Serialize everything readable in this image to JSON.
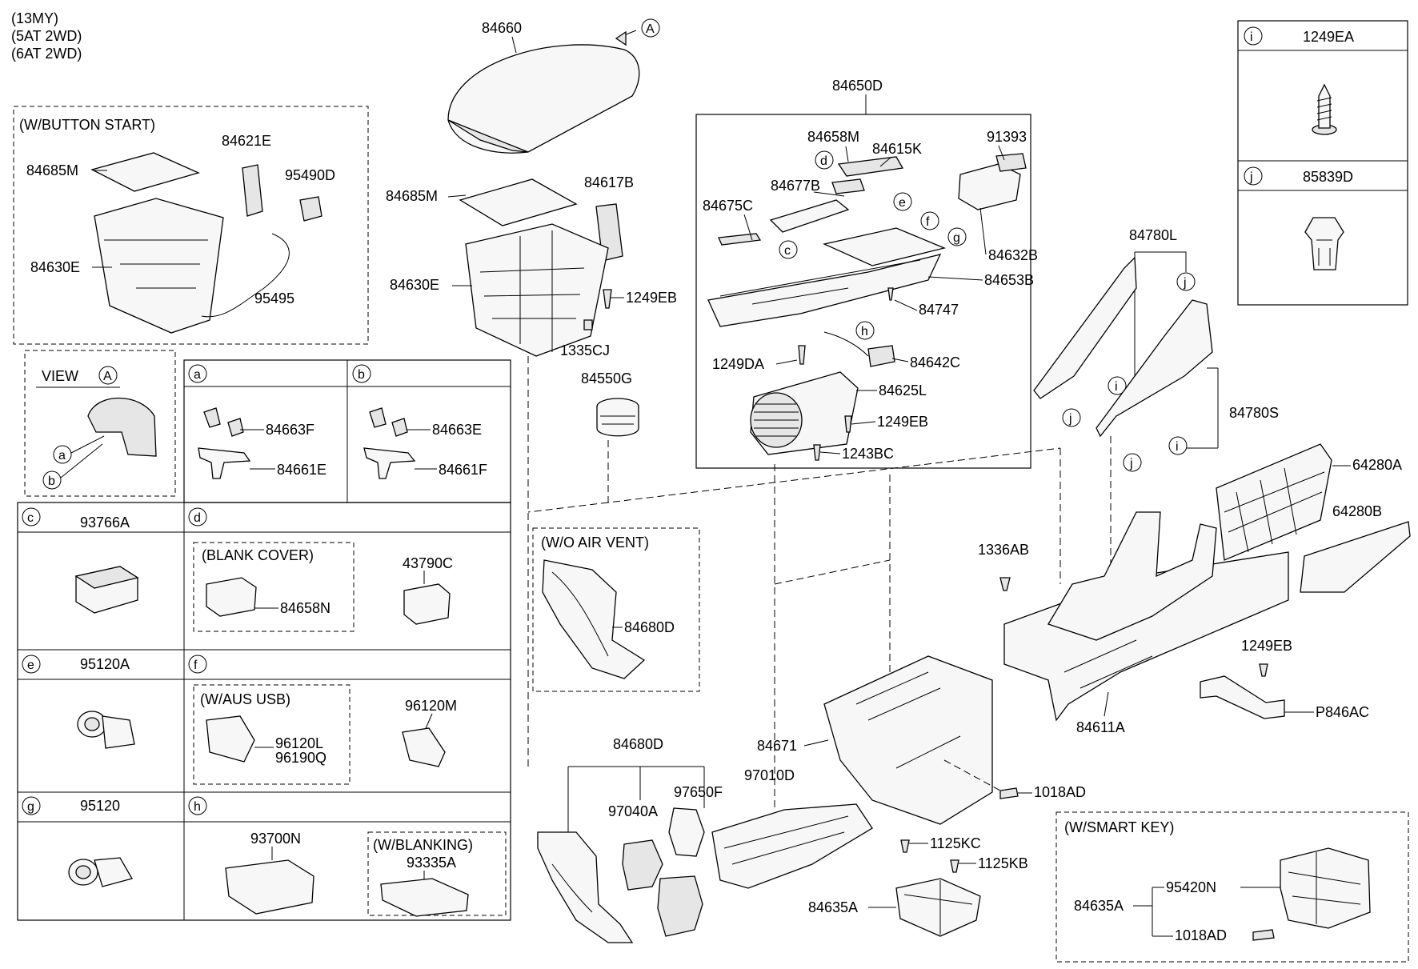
{
  "header": {
    "line1": "(13MY)",
    "line2": "(5AT 2WD)",
    "line3": "(6AT 2WD)"
  },
  "groups": {
    "button_start": "(W/BUTTON START)",
    "view_a": "VIEW",
    "wo_air_vent": "(W/O AIR VENT)",
    "blank_cover": "(BLANK COVER)",
    "aus_usb": "(W/AUS  USB)",
    "blanking": "(W/BLANKING)",
    "smart_key": "(W/SMART KEY)"
  },
  "letters": {
    "A": "A",
    "a": "a",
    "b": "b",
    "c": "c",
    "d": "d",
    "e": "e",
    "f": "f",
    "g": "g",
    "h": "h",
    "i": "i",
    "j": "j"
  },
  "legend": {
    "i_code": "1249EA",
    "j_code": "85839D"
  },
  "cells": {
    "c_code": "93766A",
    "e_code": "95120A",
    "g_code": "95120"
  },
  "parts": {
    "p84660": "84660",
    "p84685M_a": "84685M",
    "p84621E": "84621E",
    "p95490D": "95490D",
    "p84630E_a": "84630E",
    "p95495": "95495",
    "p84685M_b": "84685M",
    "p84617B": "84617B",
    "p84630E_b": "84630E",
    "p1249EB_a": "1249EB",
    "p1335CJ": "1335CJ",
    "p84550G": "84550G",
    "p84650D": "84650D",
    "p84658M": "84658M",
    "p84615K": "84615K",
    "p91393": "91393",
    "p84677B": "84677B",
    "p84675C": "84675C",
    "p84632B": "84632B",
    "p84653B": "84653B",
    "p84747": "84747",
    "p1249DA": "1249DA",
    "p84642C": "84642C",
    "p84625L": "84625L",
    "p1249EB_b": "1249EB",
    "p1243BC": "1243BC",
    "p84780L": "84780L",
    "p84780S": "84780S",
    "p64280A": "64280A",
    "p64280B": "64280B",
    "p1336AB": "1336AB",
    "p1249EB_c": "1249EB",
    "pP846AC": "P846AC",
    "p84611A": "84611A",
    "p84663F": "84663F",
    "p84661E": "84661E",
    "p84663E": "84663E",
    "p84661F": "84661F",
    "p84658N": "84658N",
    "p43790C": "43790C",
    "p96120L": "96120L",
    "p96190Q": "96190Q",
    "p96120M": "96120M",
    "p93700N": "93700N",
    "p93335A": "93335A",
    "p84680D_a": "84680D",
    "p84680D_b": "84680D",
    "p97040A": "97040A",
    "p97650F": "97650F",
    "p97010D": "97010D",
    "p84671": "84671",
    "p1018AD_a": "1018AD",
    "p1125KC": "1125KC",
    "p1125KB": "1125KB",
    "p84635A_a": "84635A",
    "p84635A_b": "84635A",
    "p95420N": "95420N",
    "p1018AD_b": "1018AD"
  }
}
